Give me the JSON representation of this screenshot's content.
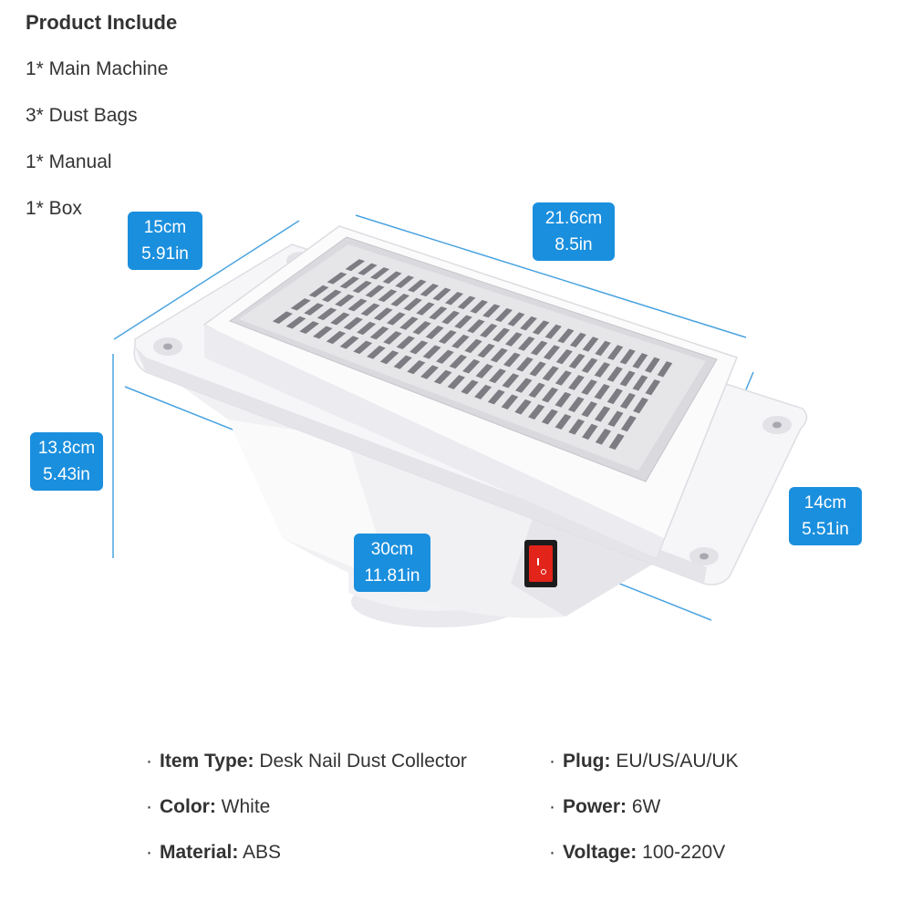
{
  "include": {
    "title": "Product Include",
    "items": [
      "1* Main Machine",
      "3* Dust Bags",
      "1* Manual",
      "1* Box"
    ]
  },
  "dimensions": {
    "width_depth": {
      "cm": "15cm",
      "in": "5.91in"
    },
    "top_length": {
      "cm": "21.6cm",
      "in": "8.5in"
    },
    "height": {
      "cm": "13.8cm",
      "in": "5.43in"
    },
    "base_length": {
      "cm": "30cm",
      "in": "11.81in"
    },
    "base_depth": {
      "cm": "14cm",
      "in": "5.51in"
    }
  },
  "specs": {
    "bullet": "·",
    "item_type": {
      "key": "Item Type:",
      "value": "Desk Nail Dust Collector"
    },
    "color": {
      "key": "Color:",
      "value": "White"
    },
    "material": {
      "key": "Material:",
      "value": "ABS"
    },
    "plug": {
      "key": "Plug:",
      "value": "EU/US/AU/UK"
    },
    "power": {
      "key": "Power:",
      "value": "6W"
    },
    "voltage": {
      "key": "Voltage:",
      "value": "100-220V"
    }
  },
  "colors": {
    "label_bg": "#1a8fde",
    "guide_line": "#4aa3e0",
    "switch": "#e3241b"
  }
}
